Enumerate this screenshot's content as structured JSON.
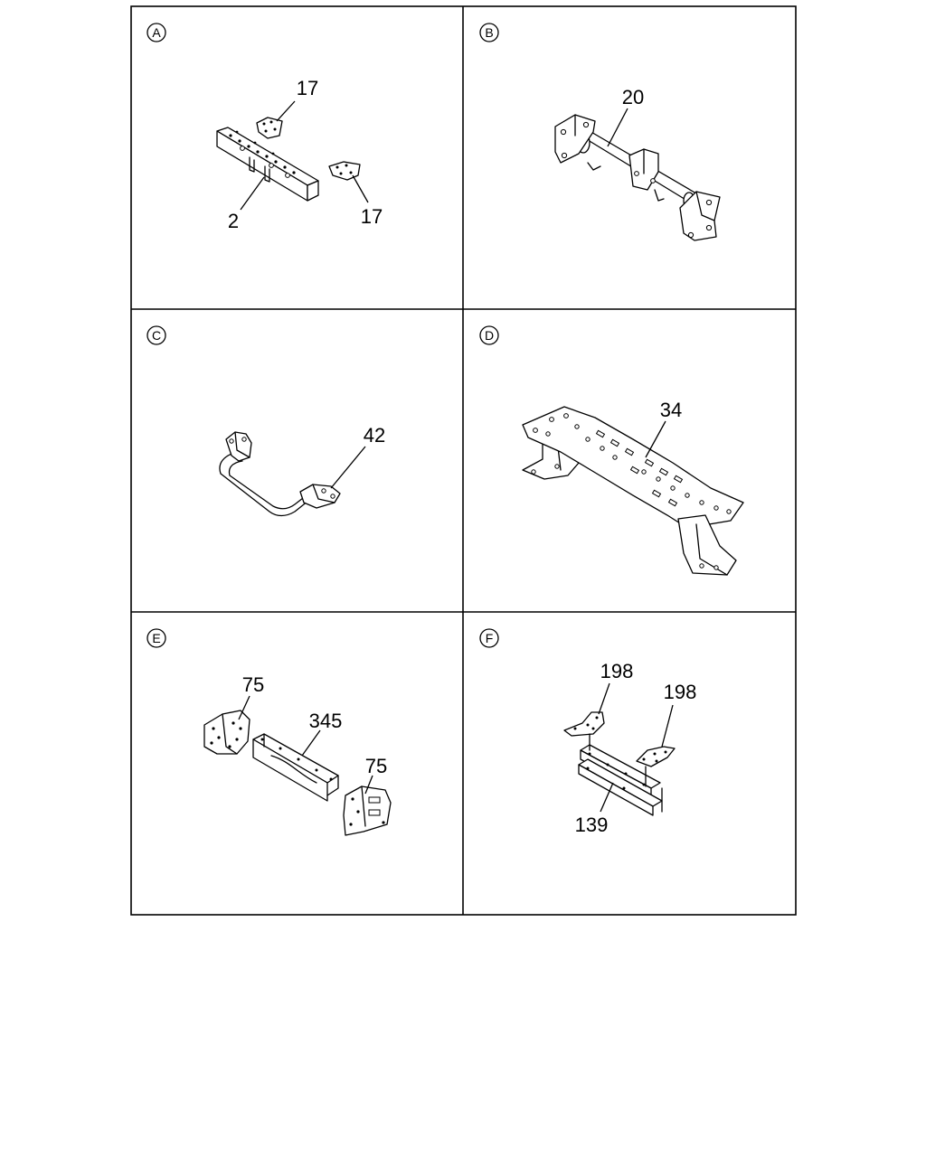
{
  "panels": [
    {
      "letter": "A",
      "callouts": [
        "17",
        "2",
        "17"
      ]
    },
    {
      "letter": "B",
      "callouts": [
        "20"
      ]
    },
    {
      "letter": "C",
      "callouts": [
        "42"
      ]
    },
    {
      "letter": "D",
      "callouts": [
        "34"
      ]
    },
    {
      "letter": "E",
      "callouts": [
        "75",
        "345",
        "75"
      ]
    },
    {
      "letter": "F",
      "callouts": [
        "198",
        "198",
        "139"
      ]
    }
  ],
  "colors": {
    "line": "#000000",
    "background": "#ffffff"
  }
}
